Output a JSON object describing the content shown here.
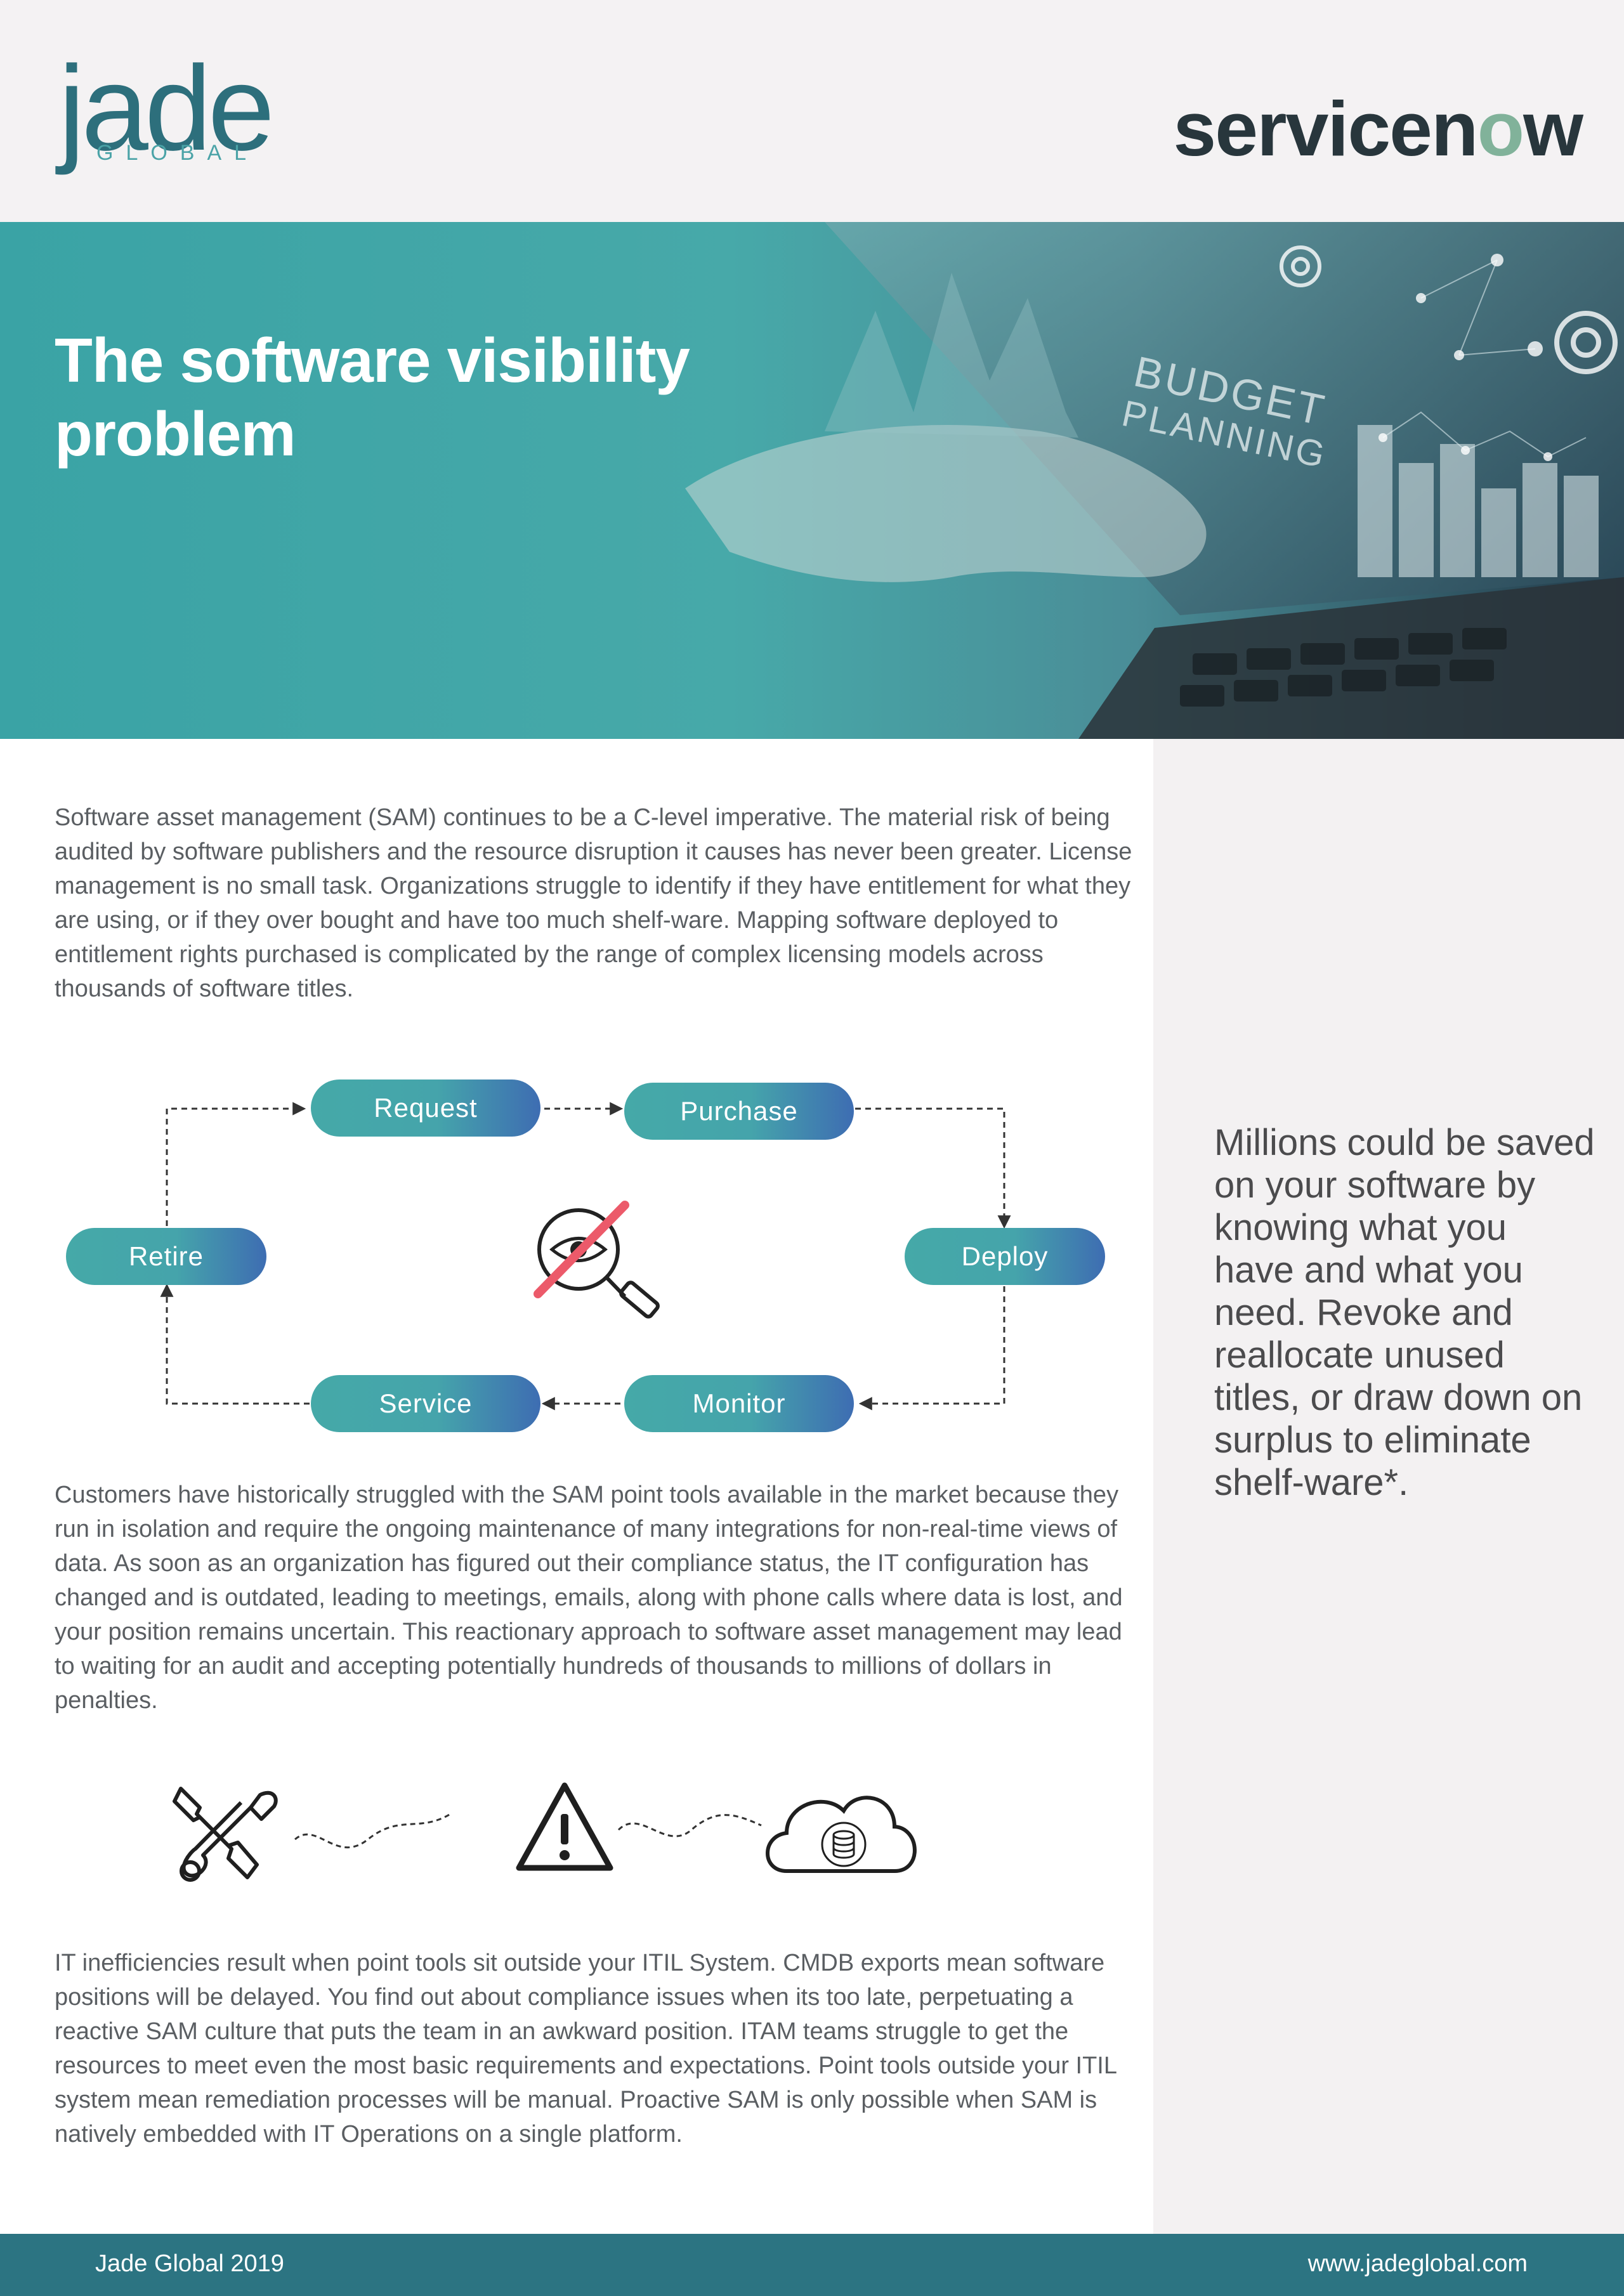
{
  "header": {
    "jade_logo_word": "jade",
    "jade_logo_sub": "GLOBAL",
    "servicenow_logo": "servicenow"
  },
  "hero": {
    "title": "The software visibility\nproblem",
    "image_screen_text_1": "BUDGET",
    "image_screen_text_2": "PLANNING"
  },
  "content": {
    "paragraph_1": "Software asset management (SAM) continues to be a C-level imperative. The material risk of being audited by software publishers and the resource disruption it causes has never been greater. License management is no small task. Organizations struggle to identify if they have entitlement for what they are using, or if they over bought and have too much shelf-ware. Mapping software deployed to entitlement rights purchased is complicated by the range of complex licensing models across thousands of software titles.",
    "paragraph_2": "Customers have historically struggled with the SAM point tools available in the market because they run in isolation and require the ongoing maintenance of many integrations for non-real-time views of data. As soon as an organization has figured out their compliance status, the IT configuration has changed and is outdated, leading to meetings, emails, along with phone calls where data is lost, and your position remains uncertain. This reactionary approach to software asset management may lead to waiting for an audit and accepting potentially hundreds of thousands to millions of dollars in penalties.",
    "paragraph_3": "IT inefficiencies result when point tools sit outside your ITIL System. CMDB exports mean software positions will be delayed. You find out about compliance issues when its too late, perpetuating a reactive SAM culture that puts the team in an awkward position.  ITAM teams struggle to get the resources to meet even the most basic requirements and expectations. Point tools outside your ITIL system mean remediation processes will be manual. Proactive SAM is only possible when SAM is natively embedded with IT Operations on a single platform."
  },
  "diagram": {
    "steps": {
      "request": "Request",
      "purchase": "Purchase",
      "deploy": "Deploy",
      "monitor": "Monitor",
      "service": "Service",
      "retire": "Retire"
    },
    "center_icon": "no-visibility-magnifier-icon"
  },
  "icons_row": [
    "tools-icon",
    "warning-icon",
    "cloud-database-icon"
  ],
  "sidebar": {
    "quote": "Millions could be saved on your software by knowing what you have and what you need. Revoke and reallocate unused titles, or draw down on surplus to eliminate shelf-ware*."
  },
  "footer": {
    "left": "Jade Global 2019",
    "right": "www.jadeglobal.com"
  },
  "colors": {
    "teal": "#45a9a8",
    "blue": "#3e6db2",
    "footer": "#2c7482",
    "side_panel": "#f3f1f2",
    "header_bg": "#f4f2f3"
  }
}
